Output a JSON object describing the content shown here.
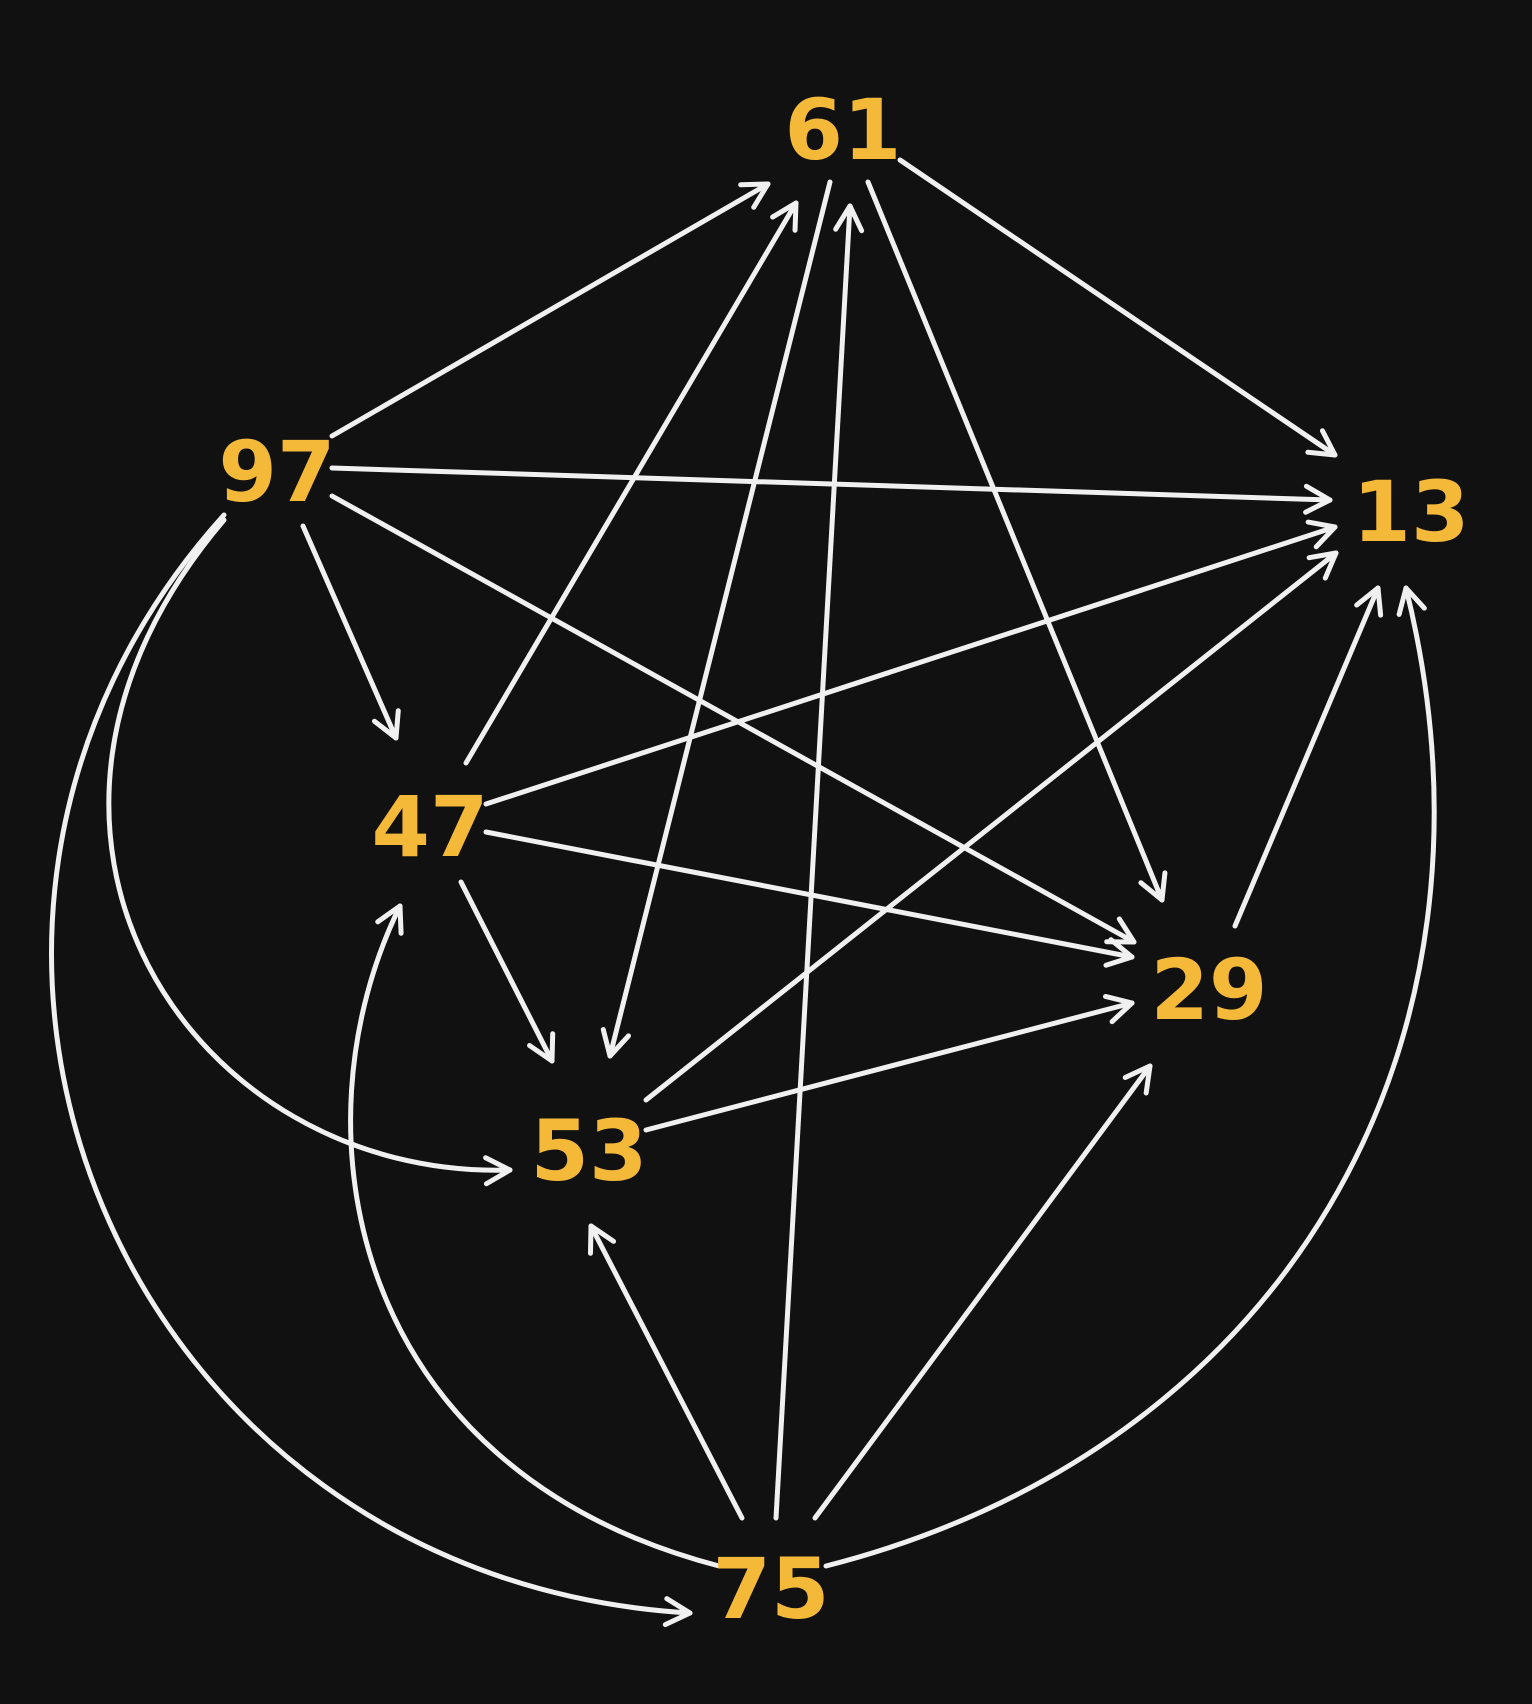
{
  "colors": {
    "background": "#111111",
    "node_text": "#f5b93a",
    "edge": "#f0f0f0"
  },
  "nodes": [
    {
      "id": "61",
      "label": "61"
    },
    {
      "id": "97",
      "label": "97"
    },
    {
      "id": "13",
      "label": "13"
    },
    {
      "id": "47",
      "label": "47"
    },
    {
      "id": "29",
      "label": "29"
    },
    {
      "id": "53",
      "label": "53"
    },
    {
      "id": "75",
      "label": "75"
    }
  ],
  "edges": [
    {
      "from": "97",
      "to": "61"
    },
    {
      "from": "97",
      "to": "13"
    },
    {
      "from": "97",
      "to": "29"
    },
    {
      "from": "97",
      "to": "47"
    },
    {
      "from": "97",
      "to": "53"
    },
    {
      "from": "97",
      "to": "75"
    },
    {
      "from": "61",
      "to": "13"
    },
    {
      "from": "61",
      "to": "29"
    },
    {
      "from": "61",
      "to": "53"
    },
    {
      "from": "47",
      "to": "61"
    },
    {
      "from": "47",
      "to": "13"
    },
    {
      "from": "47",
      "to": "29"
    },
    {
      "from": "47",
      "to": "53"
    },
    {
      "from": "53",
      "to": "13"
    },
    {
      "from": "53",
      "to": "29"
    },
    {
      "from": "29",
      "to": "13"
    },
    {
      "from": "75",
      "to": "61"
    },
    {
      "from": "75",
      "to": "53"
    },
    {
      "from": "75",
      "to": "29"
    },
    {
      "from": "75",
      "to": "13"
    },
    {
      "from": "75",
      "to": "47"
    }
  ]
}
